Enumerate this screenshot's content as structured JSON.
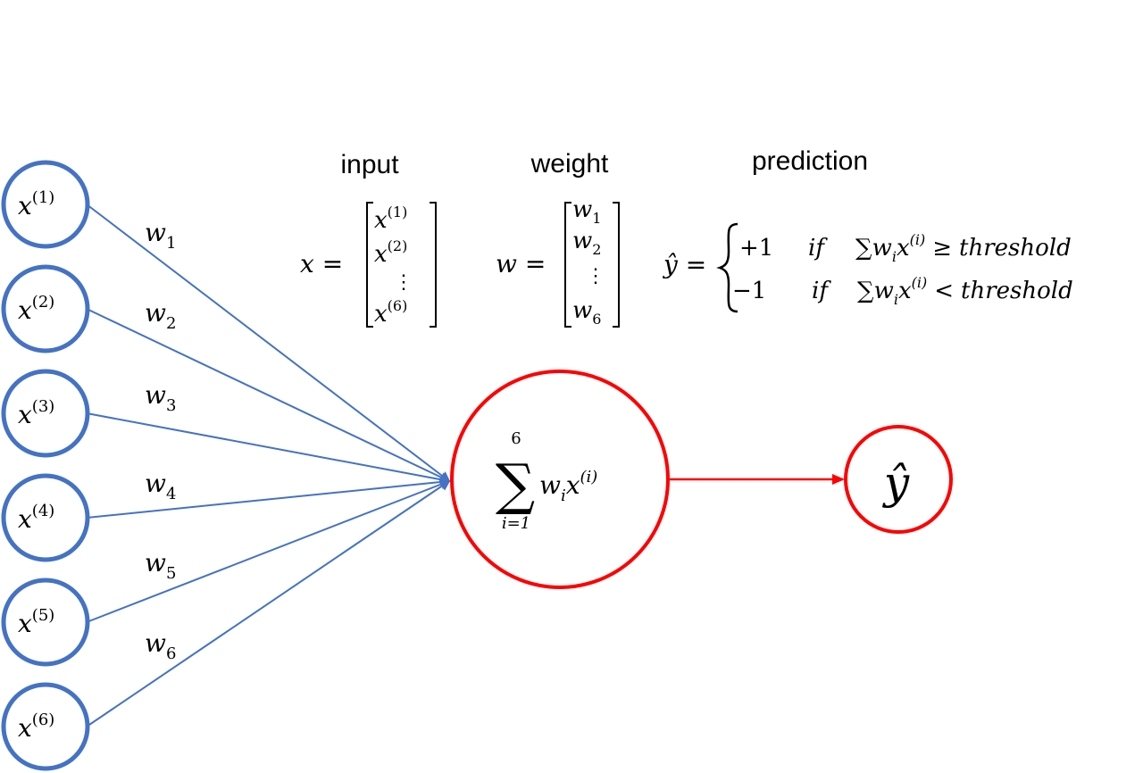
{
  "headers": {
    "input": "input",
    "weight": "weight",
    "prediction": "prediction"
  },
  "inputs": [
    {
      "base": "x",
      "sup": "(1)"
    },
    {
      "base": "x",
      "sup": "(2)"
    },
    {
      "base": "x",
      "sup": "(3)"
    },
    {
      "base": "x",
      "sup": "(4)"
    },
    {
      "base": "x",
      "sup": "(5)"
    },
    {
      "base": "x",
      "sup": "(6)"
    }
  ],
  "weights": [
    {
      "base": "w",
      "sub": "1"
    },
    {
      "base": "w",
      "sub": "2"
    },
    {
      "base": "w",
      "sub": "3"
    },
    {
      "base": "w",
      "sub": "4"
    },
    {
      "base": "w",
      "sub": "5"
    },
    {
      "base": "w",
      "sub": "6"
    }
  ],
  "input_vector": {
    "lhs": "x =",
    "entries": [
      {
        "base": "x",
        "sup": "(1)"
      },
      {
        "base": "x",
        "sup": "(2)"
      },
      {
        "base": "⋮",
        "sup": ""
      },
      {
        "base": "x",
        "sup": "(6)"
      }
    ]
  },
  "weight_vector": {
    "lhs": "w =",
    "entries": [
      {
        "base": "w",
        "sub": "1"
      },
      {
        "base": "w",
        "sub": "2"
      },
      {
        "base": "⋮",
        "sub": ""
      },
      {
        "base": "w",
        "sub": "6"
      }
    ]
  },
  "prediction_rule": {
    "lhs": "ŷ =",
    "cases": [
      {
        "value": "+1",
        "cond": "if",
        "sum": "∑",
        "w": "w",
        "w_sub": "i",
        "x": "x",
        "x_sup": "(i)",
        "rel": "≥",
        "rhs": "threshold"
      },
      {
        "value": "−1",
        "cond": "if",
        "sum": "∑",
        "w": "w",
        "w_sub": "i",
        "x": "x",
        "x_sup": "(i)",
        "rel": "<",
        "rhs": "threshold"
      }
    ]
  },
  "summation_node": {
    "sum_symbol": "∑",
    "upper": "6",
    "lower": "i=1",
    "w": "w",
    "w_sub": "i",
    "x": "x",
    "x_sup": "(i)"
  },
  "output_node": {
    "label": "ŷ"
  },
  "colors": {
    "input_blue": "#4472C4",
    "node_red": "#FF0000",
    "text": "#000000"
  }
}
